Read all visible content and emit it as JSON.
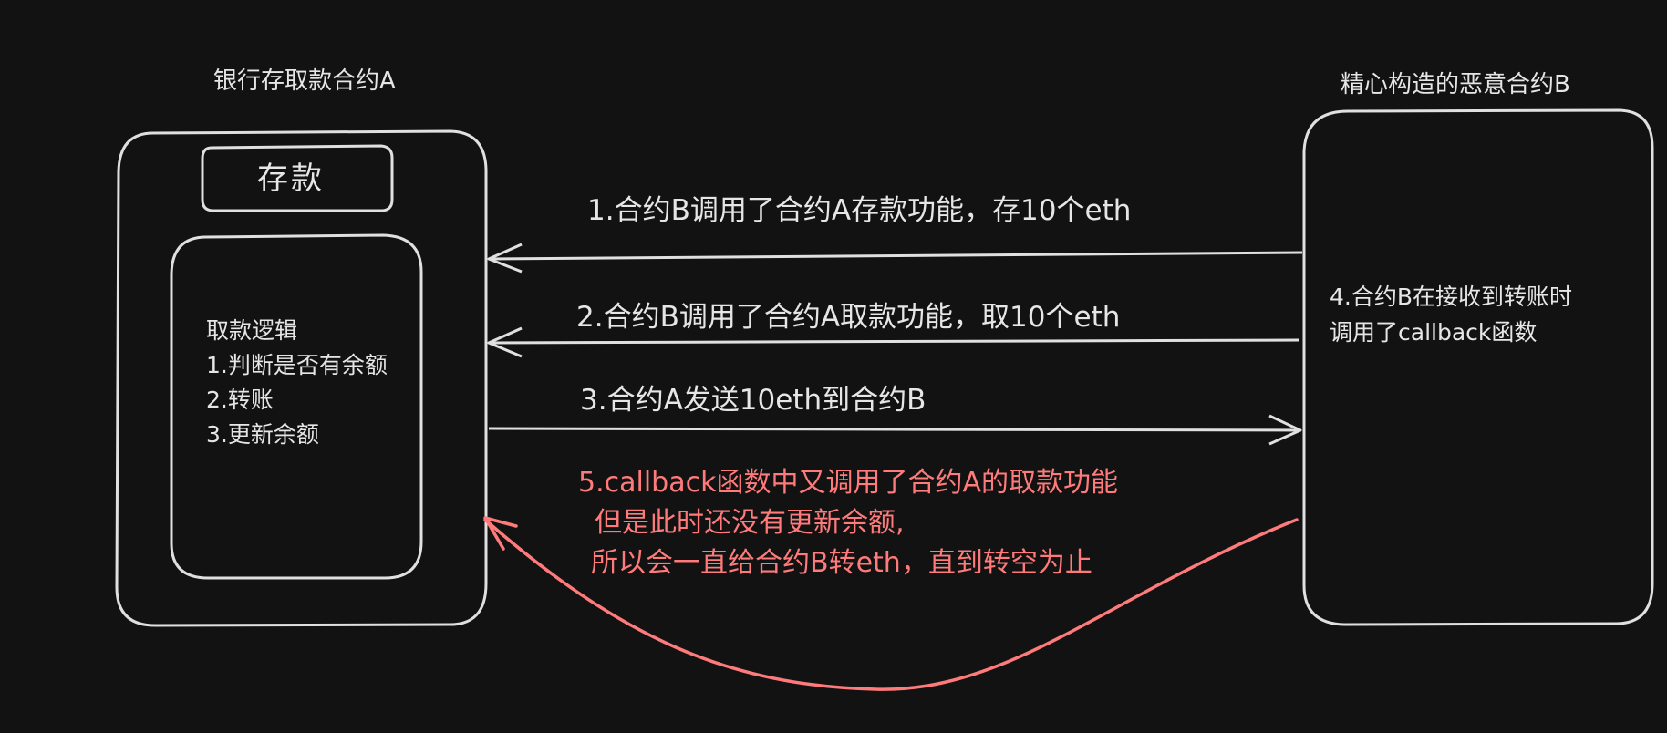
{
  "contract_a": {
    "title": "银行存取款合约A",
    "deposit_label": "存款",
    "logic": {
      "heading": "取款逻辑",
      "steps": [
        "1.判断是否有余额",
        "2.转账",
        "3.更新余额"
      ]
    }
  },
  "contract_b": {
    "title": "精心构造的恶意合约B",
    "note_lines": [
      "4.合约B在接收到转账时",
      "调用了callback函数"
    ]
  },
  "flows": {
    "step1": "1.合约B调用了合约A存款功能，存10个eth",
    "step2": "2.合约B调用了合约A取款功能，取10个eth",
    "step3": "3.合约A发送10eth到合约B",
    "step5_lines": [
      "5.callback函数中又调用了合约A的取款功能",
      "但是此时还没有更新余额,",
      "所以会一直给合约B转eth，直到转空为止"
    ]
  },
  "colors": {
    "background": "#121212",
    "stroke": "#e0e0e0",
    "accent": "#ff7b7b"
  }
}
